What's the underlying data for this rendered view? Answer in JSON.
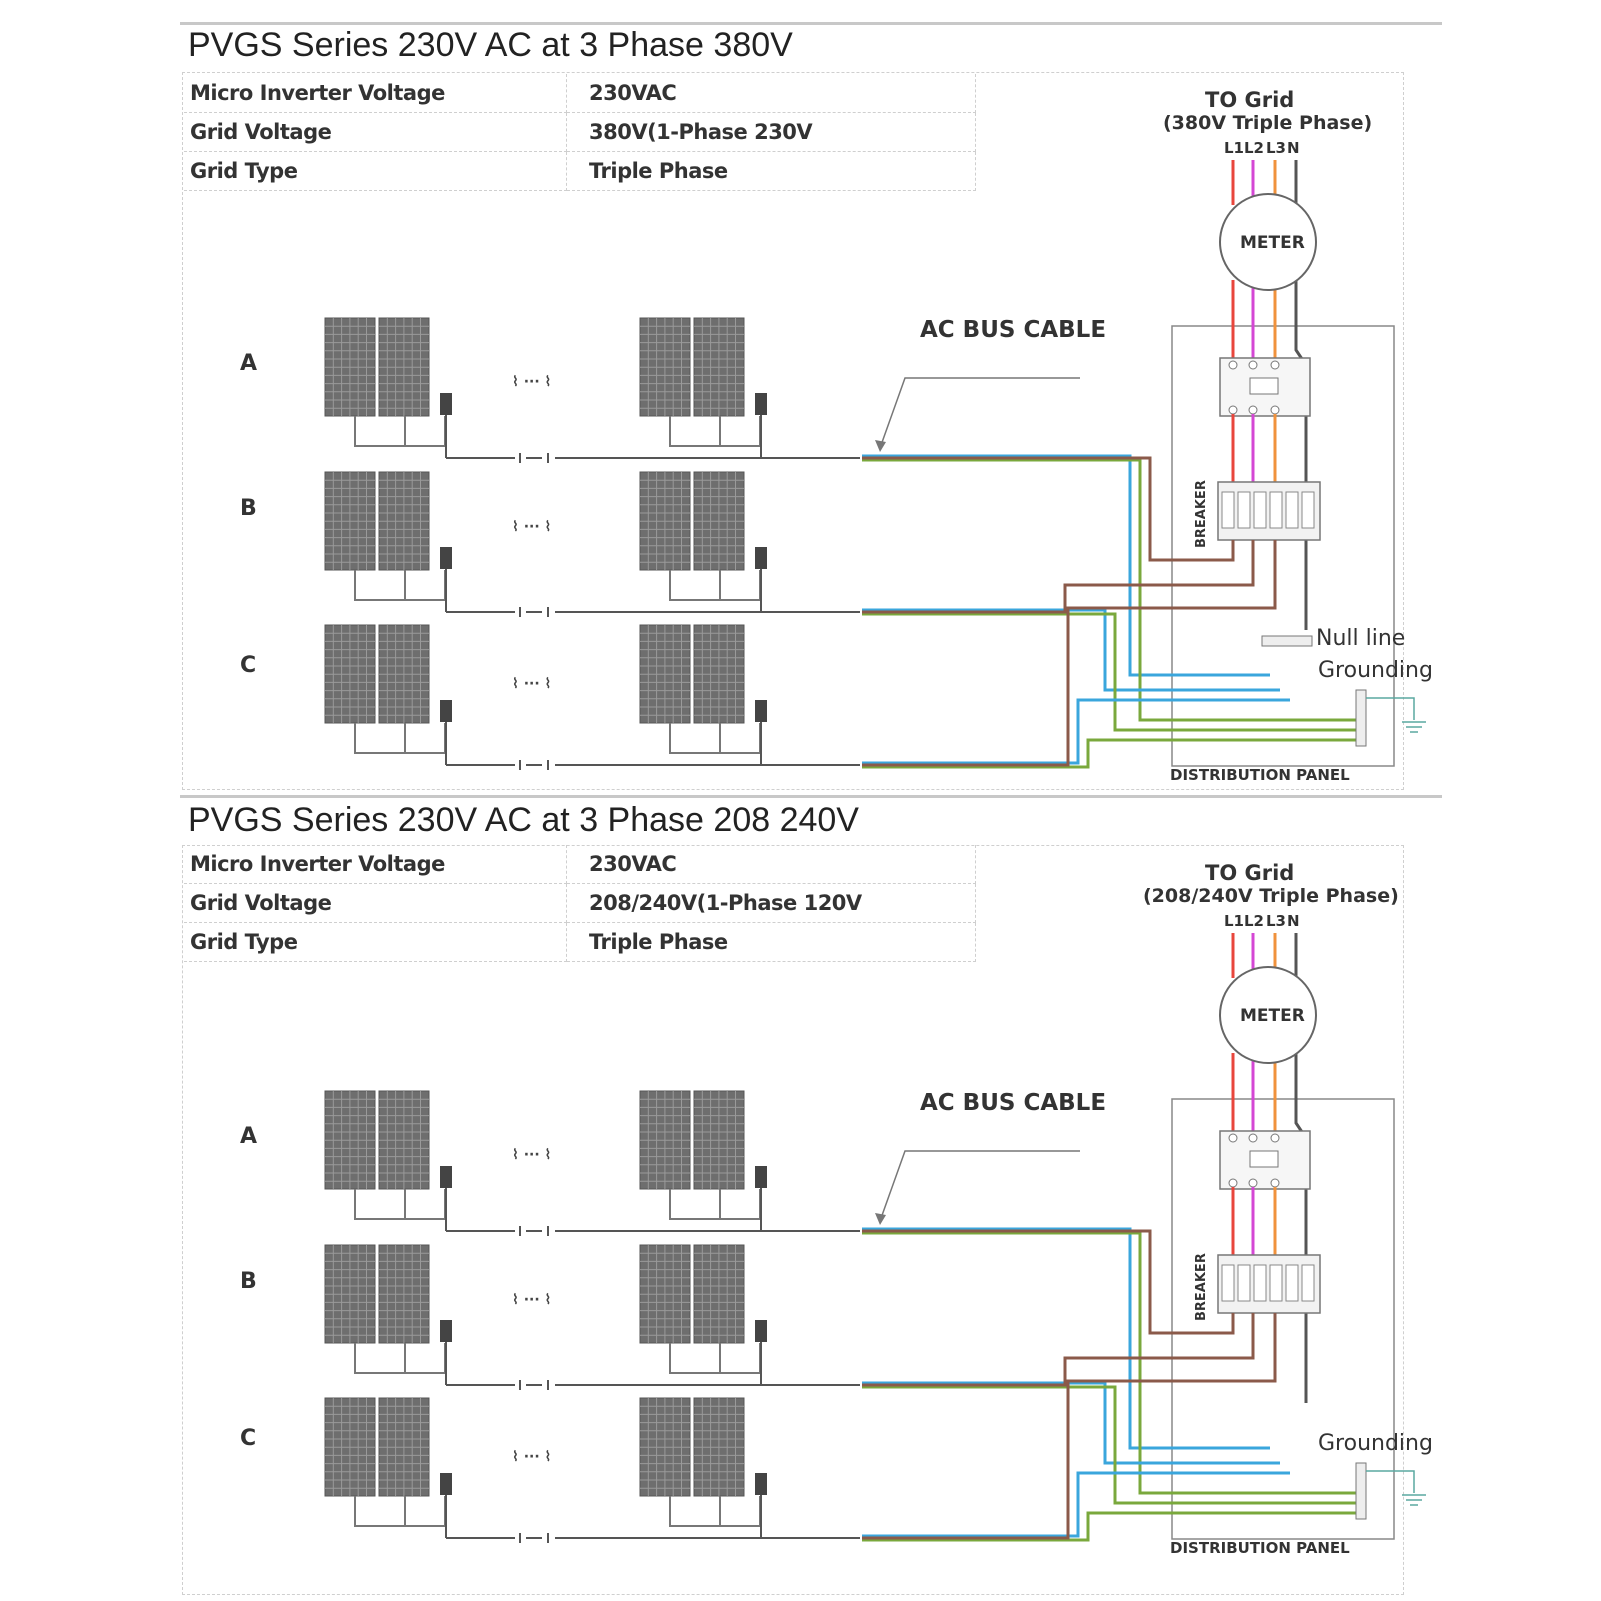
{
  "diagrams": [
    {
      "title": "PVGS Series 230V AC at 3 Phase 380V",
      "specs": [
        {
          "label": "Micro Inverter Voltage",
          "value": "230VAC"
        },
        {
          "label": "Grid  Voltage",
          "value": "380V(1-Phase 230V"
        },
        {
          "label": "Grid Type",
          "value": "Triple Phase"
        }
      ],
      "grid_title": "TO Grid",
      "grid_subtitle": "(380V Triple Phase)",
      "phase_labels": [
        "L1",
        "L2",
        "L3",
        "N"
      ],
      "meter_label": "METER",
      "bus_cable_label": "AC BUS CABLE",
      "rows": [
        "A",
        "B",
        "C"
      ],
      "breaker_label": "BREAKER",
      "null_line_label": "Null line",
      "grounding_label": "Grounding",
      "panel_label": "DISTRIBUTION PANEL"
    },
    {
      "title": "PVGS Series 230V AC at 3 Phase 208 240V",
      "specs": [
        {
          "label": "Micro Inverter Voltage",
          "value": "230VAC"
        },
        {
          "label": "Grid  Voltage",
          "value": "208/240V(1-Phase 120V"
        },
        {
          "label": "Grid Type",
          "value": "Triple Phase"
        }
      ],
      "grid_title": "TO Grid",
      "grid_subtitle": "(208/240V Triple Phase)",
      "phase_labels": [
        "L1",
        "L2",
        "L3",
        "N"
      ],
      "meter_label": "METER",
      "bus_cable_label": "AC BUS CABLE",
      "rows": [
        "A",
        "B",
        "C"
      ],
      "breaker_label": "BREAKER",
      "grounding_label": "Grounding",
      "panel_label": "DISTRIBUTION PANEL"
    }
  ],
  "colors": {
    "L1": "#e8463c",
    "L2": "#d447d4",
    "L3": "#f0923c",
    "N": "#555555",
    "brown": "#8b5a4a",
    "blue": "#3aa6dc",
    "green": "#7aa83c",
    "ground": "#5aa8a0"
  }
}
